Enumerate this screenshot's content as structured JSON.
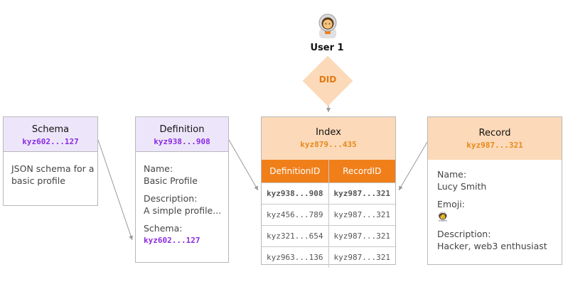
{
  "user": {
    "label": "User 1",
    "avatar_icon": "astronaut-emoji"
  },
  "did": {
    "label": "DID"
  },
  "schema": {
    "title": "Schema",
    "id": "kyz602...127",
    "description": "JSON schema for a basic profile"
  },
  "definition": {
    "title": "Definition",
    "id": "kyz938...908",
    "fields": [
      {
        "label": "Name:",
        "value": "Basic Profile"
      },
      {
        "label": "Description:",
        "value": "A simple profile..."
      },
      {
        "label": "Schema:",
        "value": "kyz602...127"
      }
    ]
  },
  "index": {
    "title": "Index",
    "id": "kyz879...435",
    "columns": [
      "DefinitionID",
      "RecordID"
    ],
    "rows": [
      [
        "kyz938...908",
        "kyz987...321"
      ],
      [
        "kyz456...789",
        "kyz987...321"
      ],
      [
        "kyz321...654",
        "kyz987...321"
      ],
      [
        "kyz963...136",
        "kyz987...321"
      ]
    ]
  },
  "record": {
    "title": "Record",
    "id": "kyz987...321",
    "fields": [
      {
        "label": "Name:",
        "value": "Lucy Smith"
      },
      {
        "label": "Emoji:",
        "value": "🧑‍🚀"
      },
      {
        "label": "Description:",
        "value": "Hacker, web3 enthusiast"
      }
    ]
  },
  "colors": {
    "purple": "#8a2be2",
    "orange": "#e68a1a",
    "orange_header": "#f07f1a",
    "peach": "#fcd9b8",
    "lavender": "#ede6fb"
  }
}
